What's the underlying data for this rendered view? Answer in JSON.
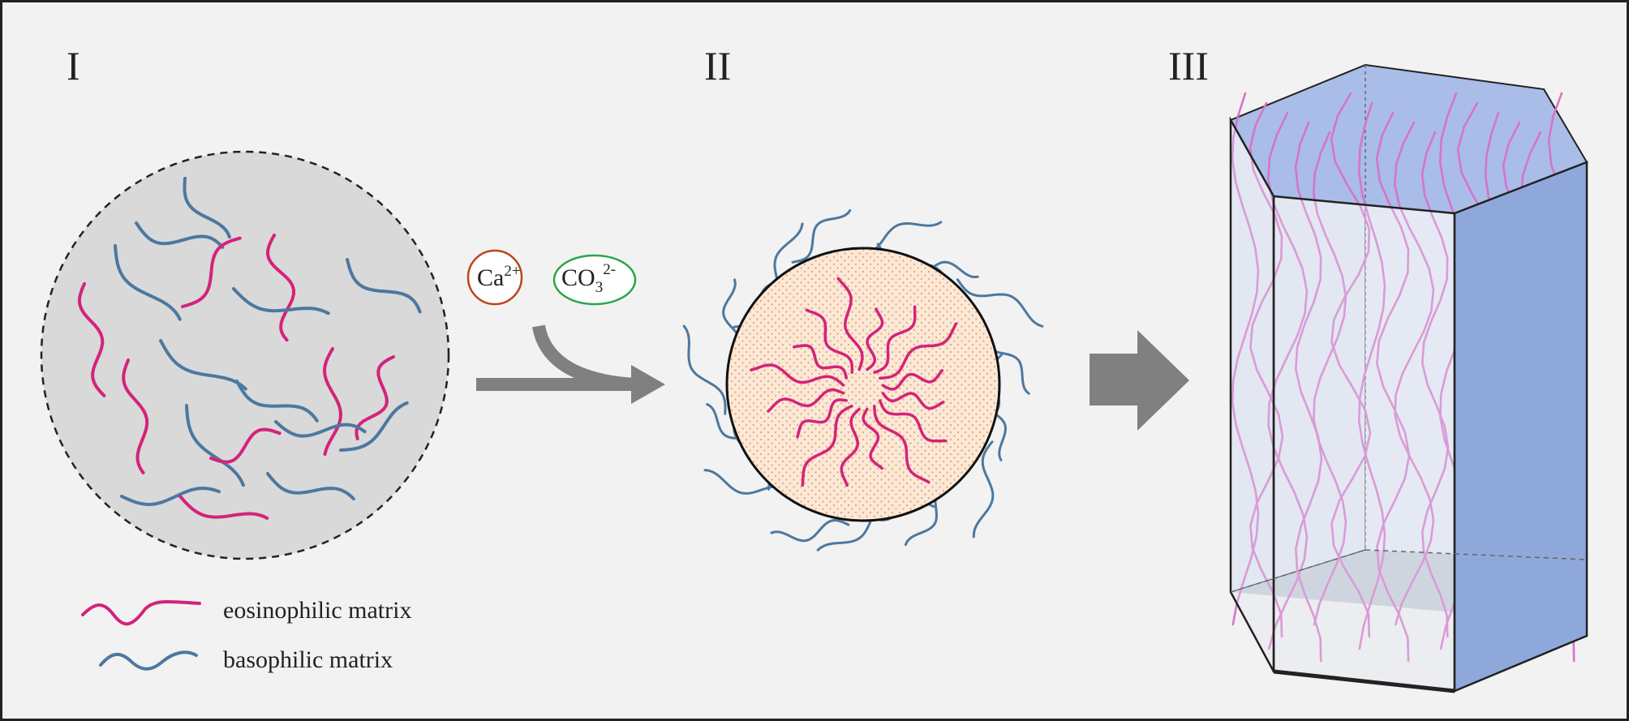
{
  "labels": {
    "stage_1": "I",
    "stage_2": "II",
    "stage_3": "III"
  },
  "legend": {
    "eosinophilic": "eosinophilic matrix",
    "basophilic": "basophilic matrix"
  },
  "ions": {
    "calcium": {
      "base": "Ca",
      "sup": "2+"
    },
    "carbonate": {
      "base": "CO",
      "sub": "3",
      "sup": "2-"
    }
  },
  "colors": {
    "background": "#f2f2f2",
    "frame": "#222222",
    "eosinophilic": "#d4237a",
    "basophilic": "#4c78a0",
    "matrix_pool": "#d9d9d9",
    "mineral_core": "#fbe8d8",
    "mineral_dots": "#e8a46c",
    "arrow": "#808080",
    "calcium_ring": "#b8471c",
    "carbonate_ring": "#2ea34f",
    "crystal_top": "#a9bde8",
    "crystal_side": "#8fa8dc",
    "crystal_glass": "#dfe6f2",
    "crystal_floor": "#c6cdd6",
    "crystal_fibers": "#d774c9"
  }
}
